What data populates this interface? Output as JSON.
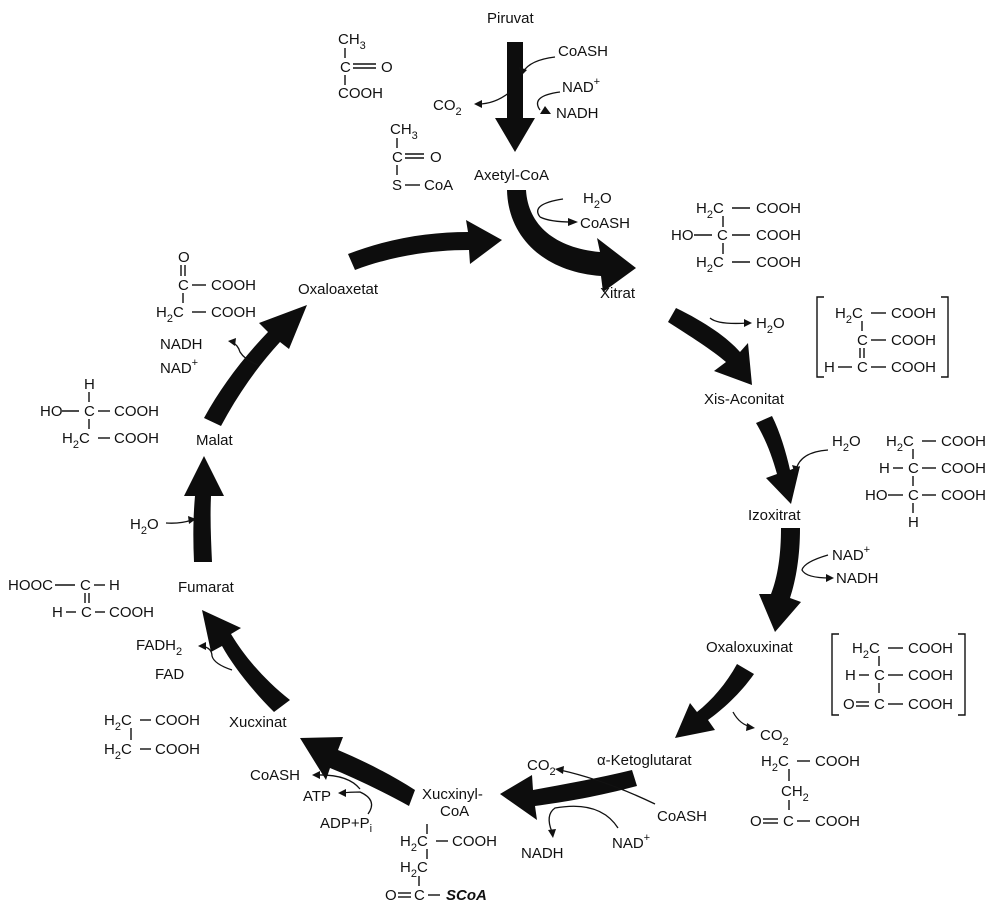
{
  "metabolites": {
    "piruvat": "Piruvat",
    "axetyl_coa": "Axetyl-CoA",
    "xitrat": "Xitrat",
    "xis_aconitat": "Xis-Aconitat",
    "izoxitrat": "Izoxitrat",
    "oxaloxuxinat": "Oxaloxuxinat",
    "ketoglutarat": "α-Ketoglutarat",
    "xucxinyl_coa_1": "Xucxinyl-",
    "xucxinyl_coa_2": "CoA",
    "xucxinat": "Xucxinat",
    "fumarat": "Fumarat",
    "malat": "Malat",
    "oxaloaxetat": "Oxaloaxetat"
  },
  "cofactors": {
    "pyr_coash": "CoASH",
    "pyr_nad": "NAD",
    "pyr_nadh": "NADH",
    "pyr_co2": "CO",
    "cs_h2o": "H",
    "cs_coash": "CoASH",
    "acon_h2o": "H",
    "acon2_h2o": "H",
    "idh_nad": "NAD",
    "idh_nadh": "NADH",
    "ox_co2": "CO",
    "kg_co2": "CO",
    "kg_coash": "CoASH",
    "kg_nad": "NAD",
    "kg_nadh": "NADH",
    "sc_coash": "CoASH",
    "sc_atp": "ATP",
    "sc_adp": "ADP+P",
    "sc_pi_sub": "i",
    "sdh_fadh2": "FADH",
    "sdh_fad": "FAD",
    "fum_h2o": "H",
    "mdh_nadh": "NADH",
    "mdh_nad": "NAD"
  },
  "formulas": {
    "pyruvate": [
      "CH",
      "C",
      "O",
      "COOH"
    ],
    "acetyl_coa": [
      "CH",
      "C",
      "O",
      "S",
      "CoA"
    ],
    "citrate": [
      "H",
      "C",
      "COOH",
      "HO",
      "C",
      "COOH",
      "H",
      "C",
      "COOH"
    ],
    "cis_aconitate": [
      "H",
      "C",
      "COOH",
      "C",
      "COOH",
      "H",
      "C",
      "COOH"
    ],
    "isocitrate": [
      "H",
      "C",
      "COOH",
      "H",
      "C",
      "COOH",
      "HO",
      "C",
      "COOH",
      "H"
    ],
    "oxalosuccinate": [
      "H",
      "C",
      "COOH",
      "H",
      "C",
      "COOH",
      "O",
      "C",
      "COOH"
    ],
    "ketoglutarate": [
      "H",
      "C",
      "COOH",
      "CH",
      "O",
      "C",
      "COOH"
    ],
    "succinyl_coa": [
      "H",
      "C",
      "COOH",
      "H",
      "C",
      "O",
      "C",
      "SCoA"
    ],
    "succinate": [
      "H",
      "C",
      "COOH",
      "H",
      "C",
      "COOH"
    ],
    "fumarate": [
      "HOOC",
      "C",
      "H",
      "H",
      "C",
      "COOH"
    ],
    "malate": [
      "H",
      "HO",
      "C",
      "COOH",
      "H",
      "C",
      "COOH"
    ],
    "oxaloacetate": [
      "O",
      "C",
      "COOH",
      "H",
      "C",
      "COOH"
    ]
  },
  "script": {
    "sub_2": "2",
    "sub_3": "3",
    "sup_plus": "+"
  }
}
